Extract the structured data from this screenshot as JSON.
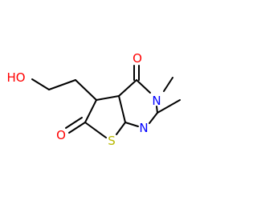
{
  "structure": {
    "atoms": {
      "HO": {
        "text": "HO",
        "color": "#ff0000"
      },
      "O_carbonyl_top": {
        "text": "O",
        "color": "#ff0000"
      },
      "N_3": {
        "text": "N",
        "color": "#0000ff"
      },
      "N_1": {
        "text": "N",
        "color": "#0000ff"
      },
      "S": {
        "text": "S",
        "color": "#b8b800"
      },
      "O_carbonyl_bottom": {
        "text": "O",
        "color": "#ff0000"
      }
    },
    "bond_color": "#000000"
  }
}
